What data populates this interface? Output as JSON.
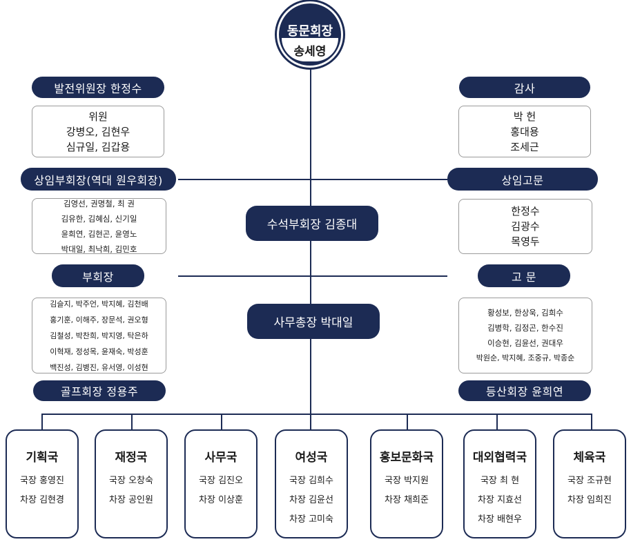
{
  "top": {
    "title": "동문회장",
    "name": "송세영"
  },
  "left": {
    "development": {
      "title": "발전위원장 한정수",
      "lines": [
        "위원",
        "강병오,  김현우",
        "심규일,  김갑용"
      ]
    },
    "standing_vp": {
      "title": "상임부회장(역대 원우회장)",
      "lines": [
        "김영선,  권명철,  최    권",
        "김유한,  김혜심,  신기일",
        "윤희연,  김현곤,  윤영노",
        "박대일,  최낙희,  김민호"
      ]
    },
    "vp": {
      "title": "부회장",
      "lines": [
        "김슬지,  박주언,  박지혜,  김천배",
        "홍기훈,  이해주,  장문석,  권오형",
        "김철성,  박찬희,  박지영,  탁은하",
        "이혁재,  정성목,  윤재숙,  박성훈",
        "백진성,  김병진,  유서영,  이성현"
      ]
    },
    "golf": {
      "title": "골프회장 정용주"
    }
  },
  "center": {
    "senior_vp": "수석부회장 김종대",
    "secretary_general": "사무총장 박대일"
  },
  "right": {
    "audit": {
      "title": "감사",
      "lines": [
        "박    헌",
        "홍대용",
        "조세근"
      ]
    },
    "standing_advisor": {
      "title": "상임고문",
      "lines": [
        "한정수",
        "김광수",
        "목영두"
      ]
    },
    "advisor": {
      "title": "고    문",
      "lines": [
        "황성보,  한상욱,  김희수",
        "김병학,  김정곤,  한수진",
        "이승현,  김윤선,  권대우",
        "박원순,  박지혜,  조중규,  박종순"
      ]
    },
    "hiking": {
      "title": "등산회장 윤희연"
    }
  },
  "departments": [
    {
      "name": "기획국",
      "lines": [
        "국장  홍영진",
        "차장  김현경"
      ]
    },
    {
      "name": "재정국",
      "lines": [
        "국장  오창숙",
        "차장  공인원"
      ]
    },
    {
      "name": "사무국",
      "lines": [
        "국장  김진오",
        "차장  이상훈"
      ]
    },
    {
      "name": "여성국",
      "lines": [
        "국장  김희수",
        "차장  김윤선",
        "차장  고미숙"
      ]
    },
    {
      "name": "홍보문화국",
      "lines": [
        "국장  박지원",
        "차장  채희준"
      ]
    },
    {
      "name": "대외협력국",
      "lines": [
        "국장  최  현",
        "차장  지효선",
        "차장  배현우"
      ]
    },
    {
      "name": "체육국",
      "lines": [
        "국장  조규현",
        "차장  임희진"
      ]
    }
  ],
  "colors": {
    "navy": "#1c2b54",
    "border": "#9a9a9a"
  }
}
